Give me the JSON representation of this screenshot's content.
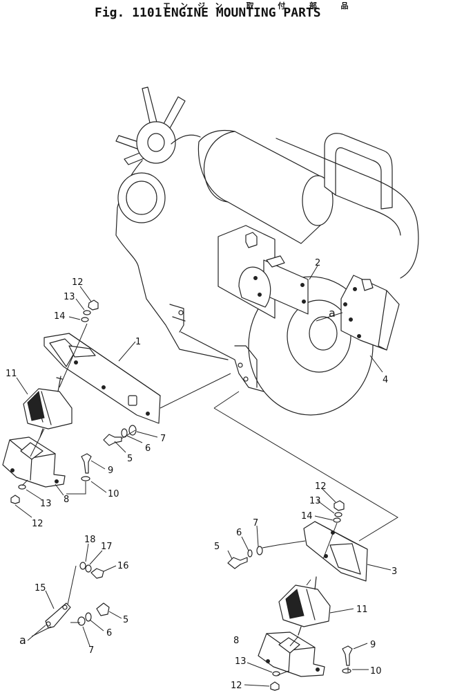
{
  "header": {
    "japanese_title": "エンジン 取 付 部 品",
    "fig_number": "Fig. 1101",
    "title": "ENGINE MOUNTING PARTS"
  },
  "callouts": {
    "c1": "1",
    "c2": "2",
    "c3": "3",
    "c4": "4",
    "c5a": "5",
    "c5b": "5",
    "c5c": "5",
    "c6a": "6",
    "c6b": "6",
    "c6c": "6",
    "c7a": "7",
    "c7b": "7",
    "c7c": "7",
    "c8a": "8",
    "c8b": "8",
    "c9a": "9",
    "c9b": "9",
    "c10a": "10",
    "c10b": "10",
    "c11a": "11",
    "c11b": "11",
    "c12a": "12",
    "c12b": "12",
    "c12c": "12",
    "c12d": "12",
    "c13a": "13",
    "c13b": "13",
    "c13c": "13",
    "c13d": "13",
    "c14a": "14",
    "c14b": "14",
    "c15": "15",
    "c16": "16",
    "c17": "17",
    "c18": "18",
    "ref_a1": "a",
    "ref_a2": "a"
  }
}
